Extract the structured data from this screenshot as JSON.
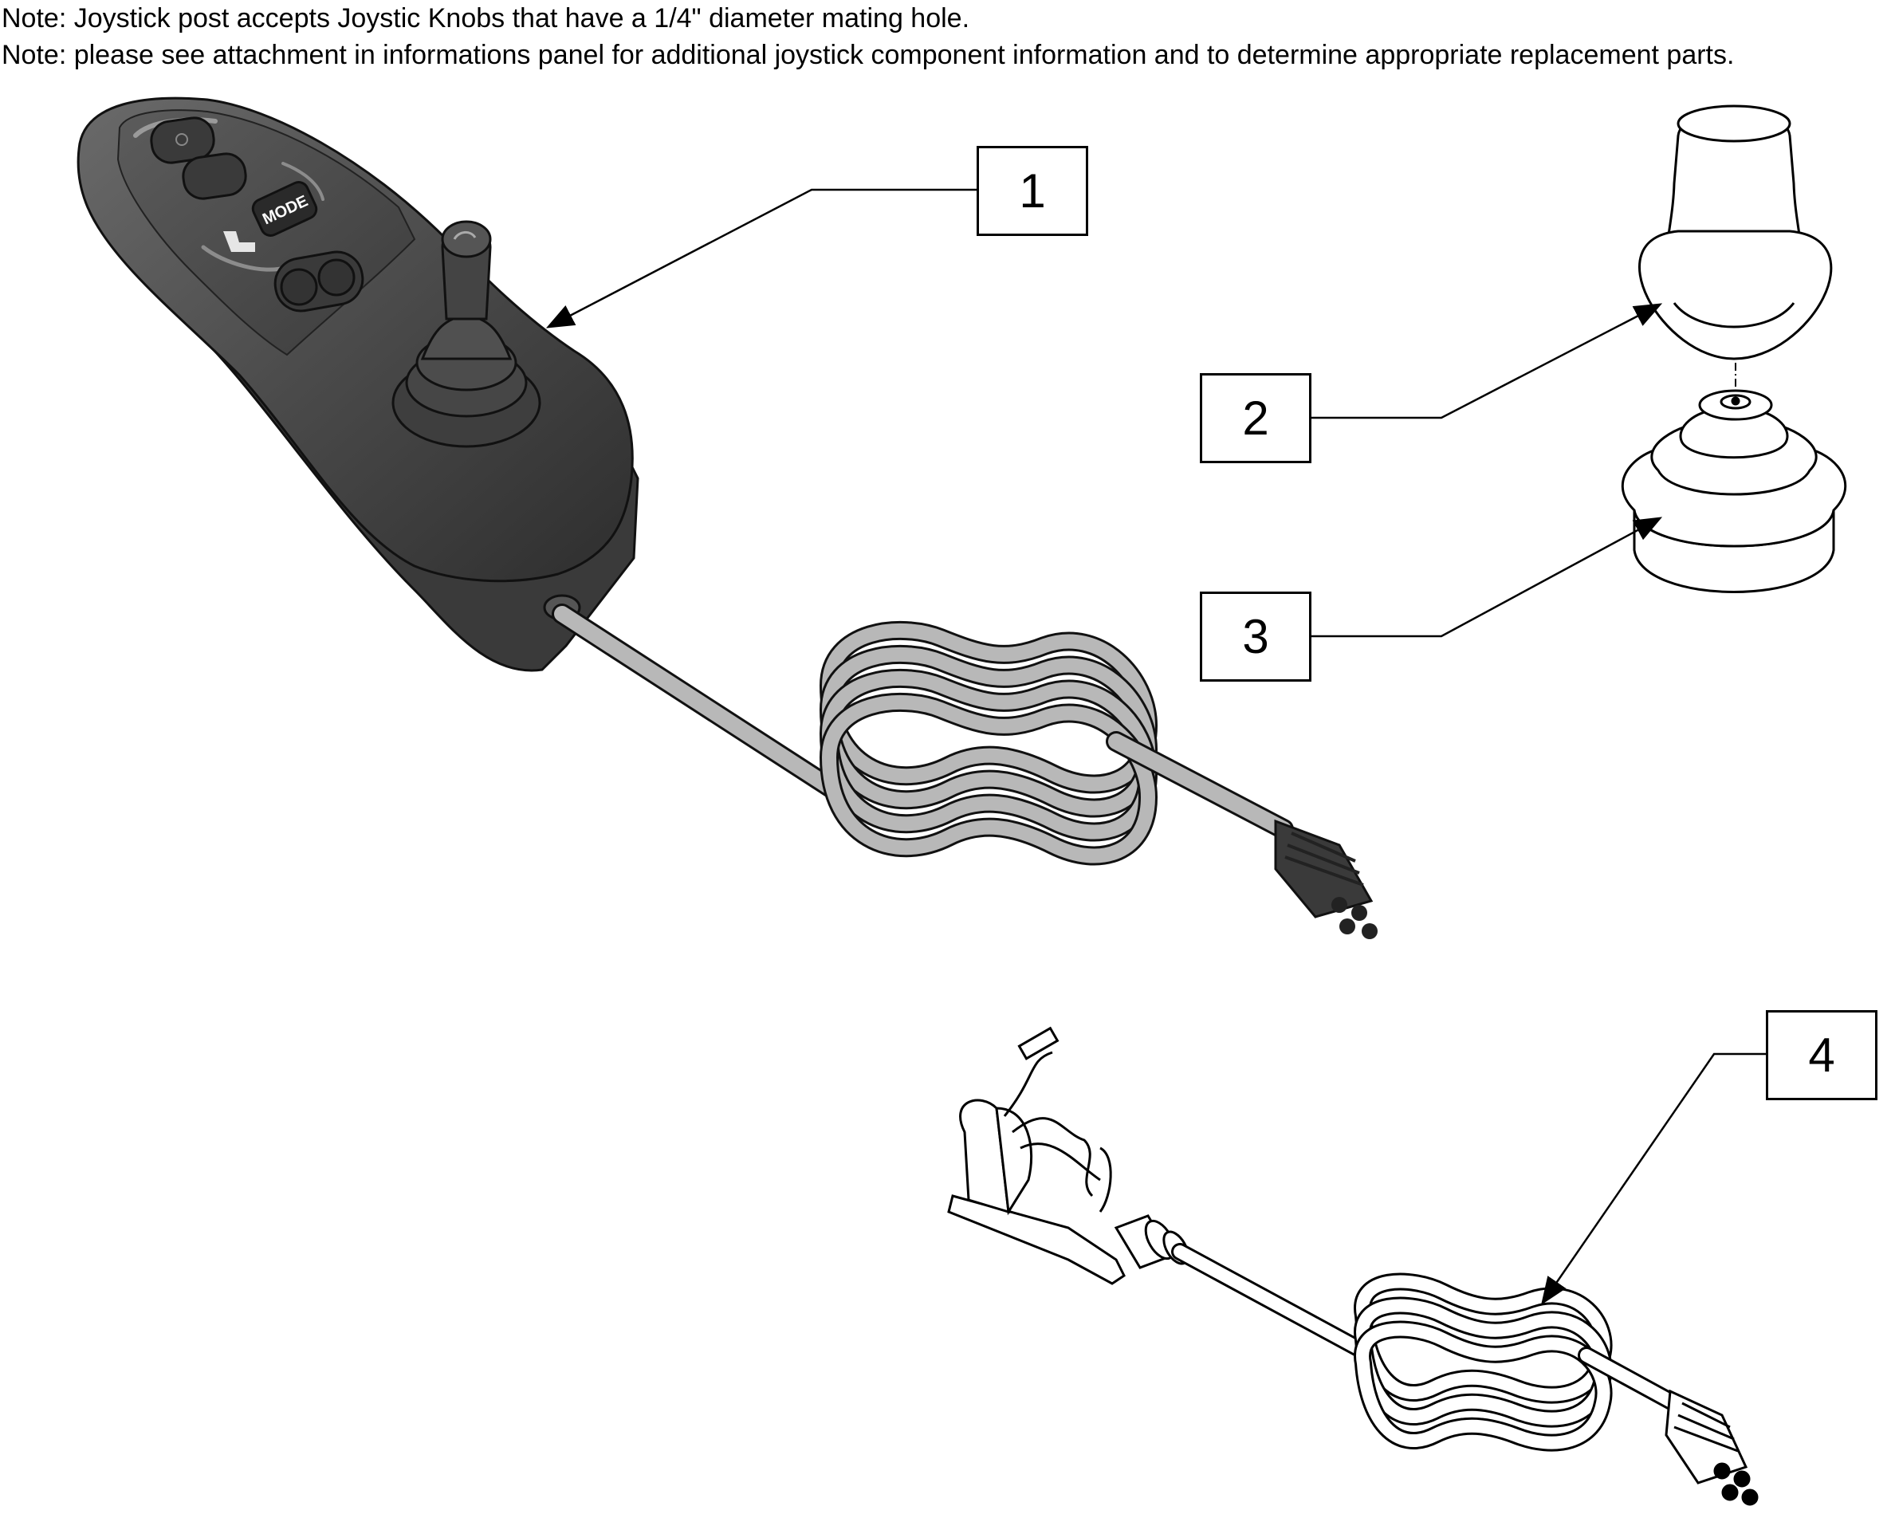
{
  "notes": [
    "Note: Joystick post accepts Joystic Knobs that have a 1/4\" diameter mating hole.",
    "Note: please see attachment in informations panel for additional joystick component information and to determine appropriate replacement parts."
  ],
  "callouts": [
    {
      "id": "1",
      "label": "1",
      "part": "joystick-controller"
    },
    {
      "id": "2",
      "label": "2",
      "part": "joystick-knob"
    },
    {
      "id": "3",
      "label": "3",
      "part": "joystick-gaiter"
    },
    {
      "id": "4",
      "label": "4",
      "part": "harness-cable"
    }
  ],
  "controller": {
    "mode_button_label": "MODE"
  },
  "colors": {
    "controller_body": "#4a4a4a",
    "controller_dark": "#2e2e2e",
    "cable_gray": "#b8b8b8",
    "line": "#000000"
  }
}
